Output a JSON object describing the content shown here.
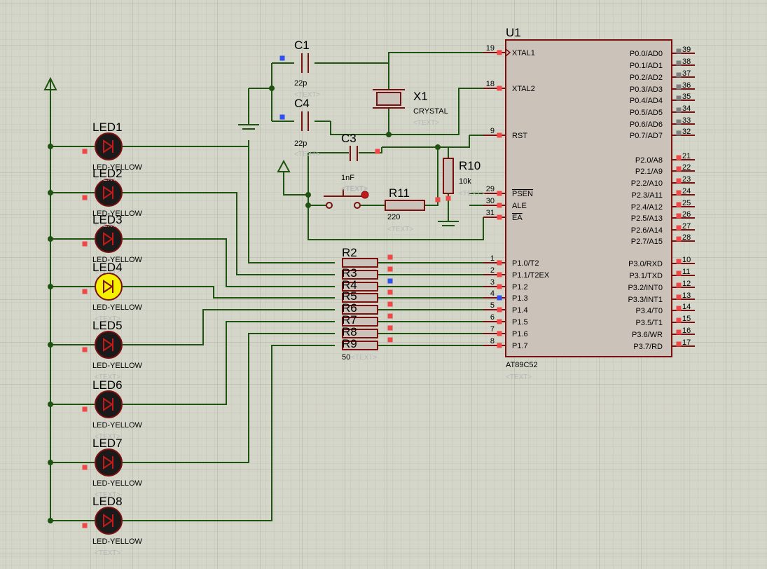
{
  "grid": {
    "minor": "#c4c6b8",
    "major": "#b0b2a3"
  },
  "colors": {
    "wire": "#1f5312",
    "body": "#cbc2ba",
    "outline": "#7a0f0f",
    "pinred": "#f04848",
    "pinblue": "#3050f0",
    "pingray": "#7f7f7f",
    "ledoff": "#1a1a1a",
    "ledon": "#f4f000"
  },
  "mcu": {
    "ref": "U1",
    "part": "AT89C52",
    "text": "<TEXT>",
    "left_pins": [
      {
        "num": "19",
        "name": "XTAL1",
        "overline": false
      },
      {
        "num": "18",
        "name": "XTAL2",
        "overline": false
      },
      {
        "num": "9",
        "name": "RST",
        "overline": false
      },
      {
        "num": "29",
        "name": "PSEN",
        "overline": true
      },
      {
        "num": "30",
        "name": "ALE",
        "overline": false
      },
      {
        "num": "31",
        "name": "EA",
        "overline": true
      },
      {
        "num": "1",
        "name": "P1.0/T2",
        "overline": false
      },
      {
        "num": "2",
        "name": "P1.1/T2EX",
        "overline": false
      },
      {
        "num": "3",
        "name": "P1.2",
        "overline": false
      },
      {
        "num": "4",
        "name": "P1.3",
        "overline": false
      },
      {
        "num": "5",
        "name": "P1.4",
        "overline": false
      },
      {
        "num": "6",
        "name": "P1.5",
        "overline": false
      },
      {
        "num": "7",
        "name": "P1.6",
        "overline": false
      },
      {
        "num": "8",
        "name": "P1.7",
        "overline": false
      }
    ],
    "right_pins": [
      {
        "num": "39",
        "name": "P0.0/AD0"
      },
      {
        "num": "38",
        "name": "P0.1/AD1"
      },
      {
        "num": "37",
        "name": "P0.2/AD2"
      },
      {
        "num": "36",
        "name": "P0.3/AD3"
      },
      {
        "num": "35",
        "name": "P0.4/AD4"
      },
      {
        "num": "34",
        "name": "P0.5/AD5"
      },
      {
        "num": "33",
        "name": "P0.6/AD6"
      },
      {
        "num": "32",
        "name": "P0.7/AD7"
      },
      {
        "num": "21",
        "name": "P2.0/A8"
      },
      {
        "num": "22",
        "name": "P2.1/A9"
      },
      {
        "num": "23",
        "name": "P2.2/A10"
      },
      {
        "num": "24",
        "name": "P2.3/A11"
      },
      {
        "num": "25",
        "name": "P2.4/A12"
      },
      {
        "num": "26",
        "name": "P2.5/A13"
      },
      {
        "num": "27",
        "name": "P2.6/A14"
      },
      {
        "num": "28",
        "name": "P2.7/A15"
      },
      {
        "num": "10",
        "name": "P3.0/RXD"
      },
      {
        "num": "11",
        "name": "P3.1/TXD"
      },
      {
        "num": "12",
        "name": "P3.2/INT0"
      },
      {
        "num": "13",
        "name": "P3.3/INT1"
      },
      {
        "num": "14",
        "name": "P3.4/T0"
      },
      {
        "num": "15",
        "name": "P3.5/T1"
      },
      {
        "num": "16",
        "name": "P3.6/WR"
      },
      {
        "num": "17",
        "name": "P3.7/RD"
      }
    ]
  },
  "leds": [
    {
      "ref": "LED1",
      "type": "LED-YELLOW",
      "text": "<TEXT>",
      "lit": false
    },
    {
      "ref": "LED2",
      "type": "LED-YELLOW",
      "text": "<TEXT>",
      "lit": false
    },
    {
      "ref": "LED3",
      "type": "LED-YELLOW",
      "text": "<TEXT>",
      "lit": false
    },
    {
      "ref": "LED4",
      "type": "LED-YELLOW",
      "text": "<TEXT>",
      "lit": true
    },
    {
      "ref": "LED5",
      "type": "LED-YELLOW",
      "text": "<TEXT>",
      "lit": false
    },
    {
      "ref": "LED6",
      "type": "LED-YELLOW",
      "text": "<TEXT>",
      "lit": false
    },
    {
      "ref": "LED7",
      "type": "LED-YELLOW",
      "text": "<TEXT>",
      "lit": false
    },
    {
      "ref": "LED8",
      "type": "LED-YELLOW",
      "text": "<TEXT>",
      "lit": false
    }
  ],
  "resistors": [
    "R2",
    "R3",
    "R4",
    "R5",
    "R6",
    "R7",
    "R8",
    "R9"
  ],
  "resistor_value": "50",
  "resistor_text": "<TEXT>",
  "c1": {
    "ref": "C1",
    "value": "22p",
    "text": "<TEXT>"
  },
  "c4": {
    "ref": "C4",
    "value": "22p",
    "text": "<TEXT>"
  },
  "c3": {
    "ref": "C3",
    "value": "1nF",
    "text": "<TEXT>"
  },
  "x1": {
    "ref": "X1",
    "value": "CRYSTAL",
    "text": "<TEXT>"
  },
  "r10": {
    "ref": "R10",
    "value": "10k",
    "text": "<TEXT>"
  },
  "r11": {
    "ref": "R11",
    "value": "220",
    "text": "<TEXT>"
  }
}
